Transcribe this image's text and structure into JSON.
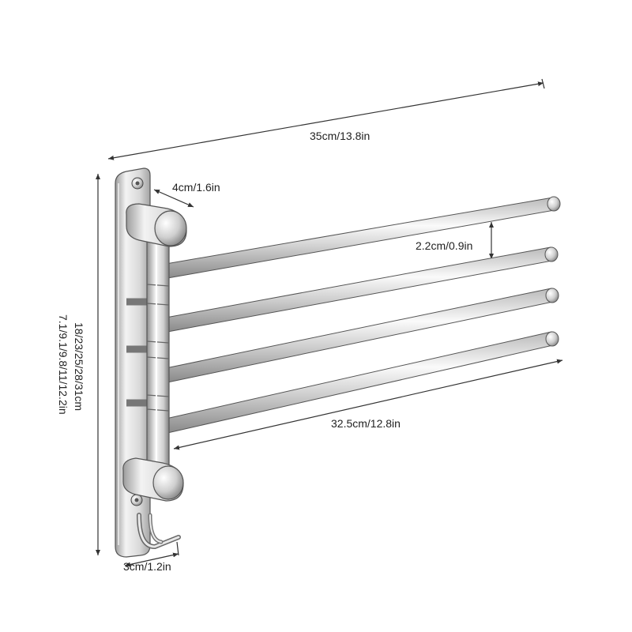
{
  "dimensions": {
    "overall_width": "35cm/13.8in",
    "depth": "4cm/1.6in",
    "bar_spacing": "2.2cm/0.9in",
    "bar_length": "32.5cm/12.8in",
    "height_cm": "18/23/25/28/31cm",
    "height_in": "7.1/9.1/9.8/11/12.2in",
    "base_width": "3cm/1.2in"
  },
  "product": {
    "bar_count": 4,
    "material_icon": "chrome-steel",
    "colors": {
      "line": "#333333",
      "chrome_light": "#f4f4f4",
      "chrome_mid": "#c4c4c4",
      "chrome_dark": "#7a7a7a"
    }
  }
}
